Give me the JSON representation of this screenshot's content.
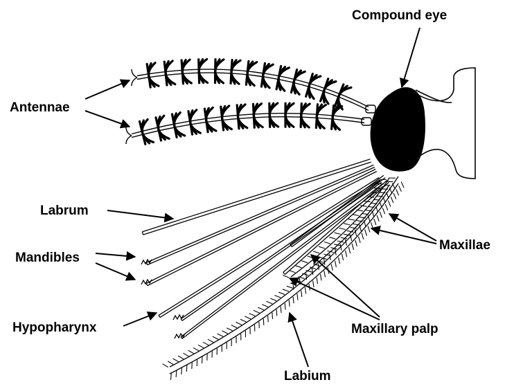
{
  "labels": {
    "compound_eye": "Compound eye",
    "antennae": "Antennae",
    "labrum": "Labrum",
    "mandibles": "Mandibles",
    "hypopharynx": "Hypopharynx",
    "maxillae": "Maxillae",
    "maxillary_palp": "Maxillary palp",
    "labium": "Labium"
  },
  "colors": {
    "ink": "#000000",
    "paper": "#ffffff"
  }
}
